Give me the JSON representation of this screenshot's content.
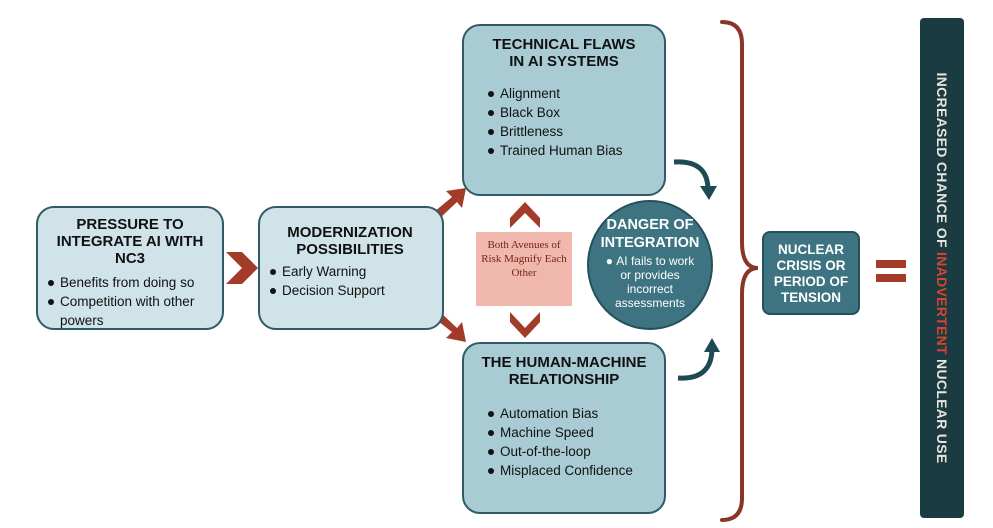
{
  "pressure": {
    "title": "PRESSURE TO INTEGRATE AI WITH NC3",
    "items": [
      "Benefits from doing so",
      "Competition with other powers"
    ]
  },
  "modernization": {
    "title": "MODERNIZATION POSSIBILITIES",
    "items": [
      "Early Warning",
      "Decision Support"
    ]
  },
  "technical": {
    "title_line1": "TECHNICAL FLAWS",
    "title_line2": "IN AI SYSTEMS",
    "items": [
      "Alignment",
      "Black Box",
      "Brittleness",
      "Trained Human Bias"
    ]
  },
  "human_machine": {
    "title_line1": "THE HUMAN-MACHINE",
    "title_line2": "RELATIONSHIP",
    "items": [
      "Automation Bias",
      "Machine Speed",
      "Out-of-the-loop",
      "Misplaced Confidence"
    ]
  },
  "center_note": "Both Avenues of Risk Magnify Each Other",
  "danger": {
    "title": "DANGER OF INTEGRATION",
    "description": "AI fails to work or provides incorrect assessments"
  },
  "crisis": "NUCLEAR CRISIS OR PERIOD OF TENSION",
  "outcome": {
    "part1": "INCREASED CHANCE OF ",
    "highlight": "INADVERTENT",
    "part2": " NUCLEAR USE"
  },
  "colors": {
    "box_fill": "#cfe3e8",
    "box_border": "#2f5a66",
    "arrow": "#a23b28",
    "dark_teal": "#3e7481",
    "outcome_bg": "#1b3b42",
    "highlight": "#d8432e"
  }
}
